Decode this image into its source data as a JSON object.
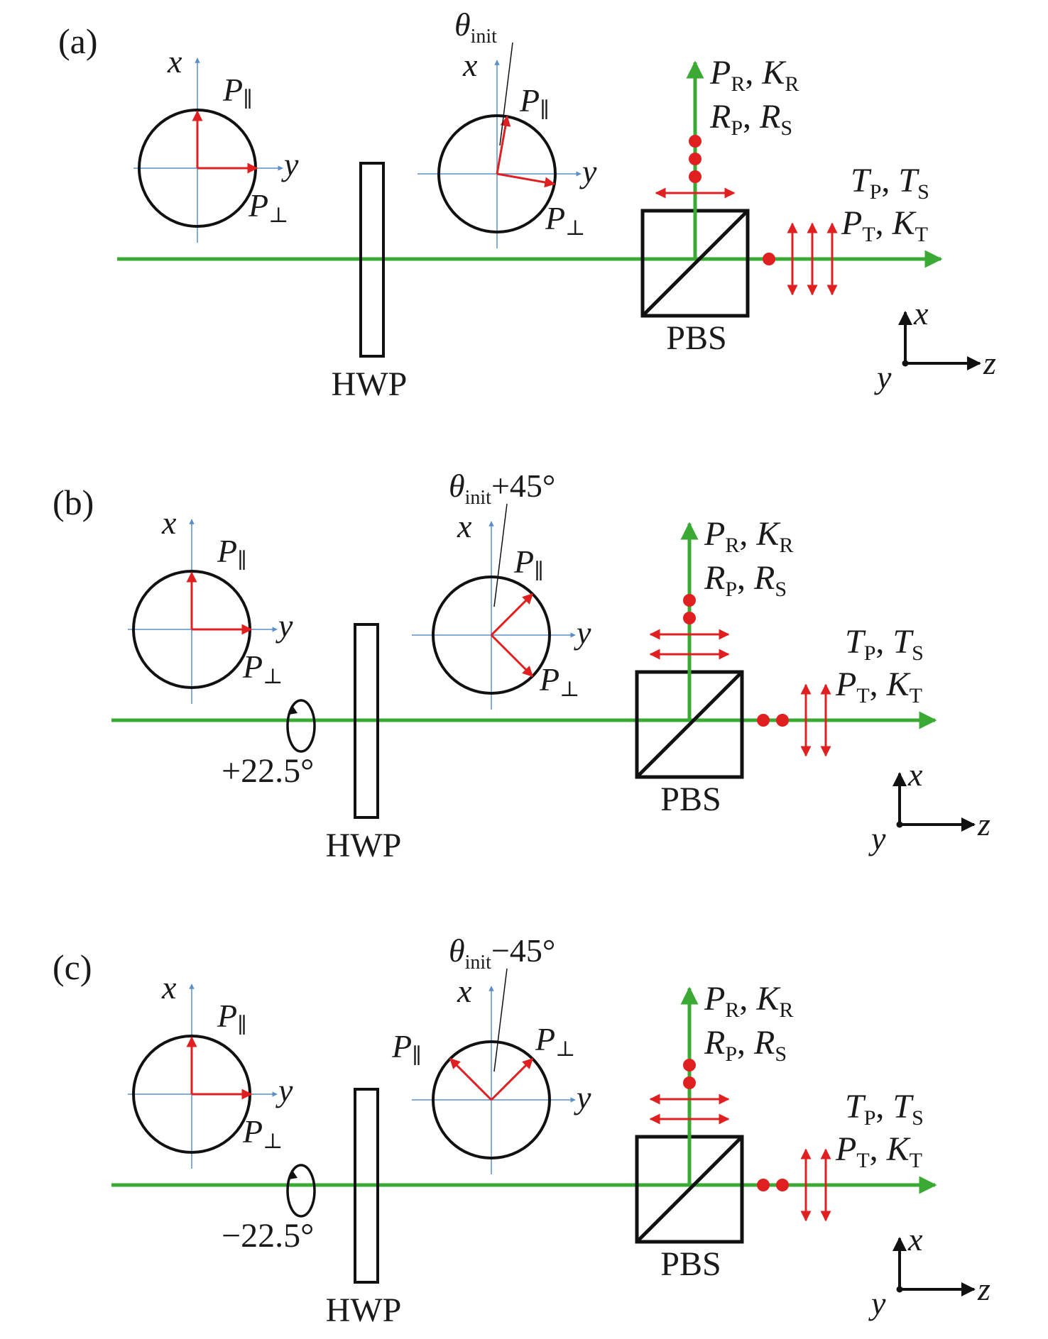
{
  "colors": {
    "beam": "#3aaa35",
    "polarization": "#e02020",
    "axis": "#5b8fc9",
    "outline": "#111111"
  },
  "labels": {
    "x": "x",
    "y": "y",
    "z": "z",
    "P": "P",
    "parallel": "∥",
    "perp": "⊥",
    "hwp": "HWP",
    "pbs": "PBS",
    "theta": "θ",
    "init": "init",
    "reflected_line1": {
      "a": "P",
      "a_sub": "R",
      "b": "K",
      "b_sub": "R"
    },
    "reflected_line2": {
      "a": "R",
      "a_sub": "P",
      "b": "R",
      "b_sub": "S"
    },
    "transmitted_line1": {
      "a": "T",
      "a_sub": "P",
      "b": "T",
      "b_sub": "S"
    },
    "transmitted_line2": {
      "a": "P",
      "a_sub": "T",
      "b": "K",
      "b_sub": "T"
    }
  },
  "panels": [
    {
      "id": "a",
      "tag": "(a)",
      "angle_suffix": "",
      "hwp_rotation": "",
      "output_angle_deg": 10,
      "reflected_dots": 3,
      "reflected_arrows": 1,
      "transmitted_dots": 1,
      "transmitted_arrows": 3
    },
    {
      "id": "b",
      "tag": "(b)",
      "angle_suffix": "+45°",
      "hwp_rotation": "+22.5°",
      "output_angle_deg": 45,
      "reflected_dots": 2,
      "reflected_arrows": 2,
      "transmitted_dots": 2,
      "transmitted_arrows": 2
    },
    {
      "id": "c",
      "tag": "(c)",
      "angle_suffix": "−45°",
      "hwp_rotation": "−22.5°",
      "output_angle_deg": -45,
      "reflected_dots": 2,
      "reflected_arrows": 2,
      "transmitted_dots": 2,
      "transmitted_arrows": 2
    }
  ]
}
